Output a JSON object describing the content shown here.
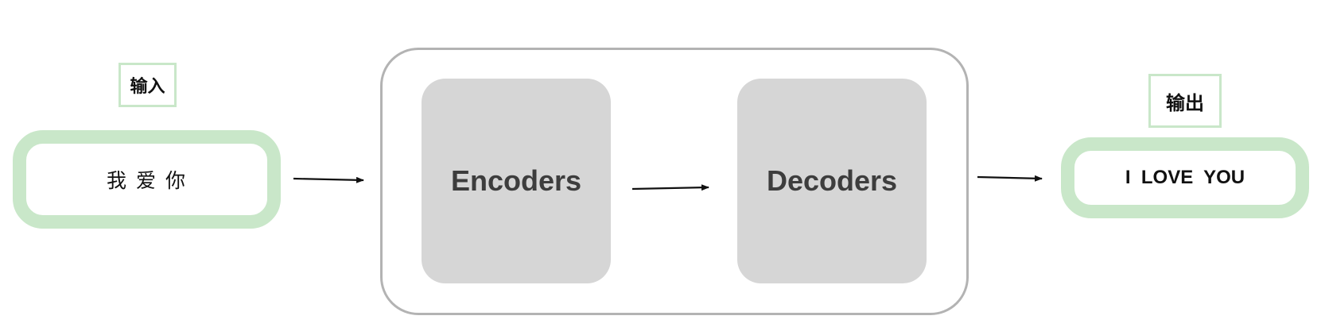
{
  "input": {
    "tag": "输入",
    "text": "我 爱 你"
  },
  "model": {
    "encoder_label": "Encoders",
    "decoder_label": "Decoders"
  },
  "output": {
    "tag": "输出",
    "text": "I  LOVE  YOU"
  },
  "colors": {
    "io_border": "#c9e7c9",
    "block_fill": "#d6d6d6",
    "container_border": "#b3b3b3",
    "arrow": "#111111"
  }
}
